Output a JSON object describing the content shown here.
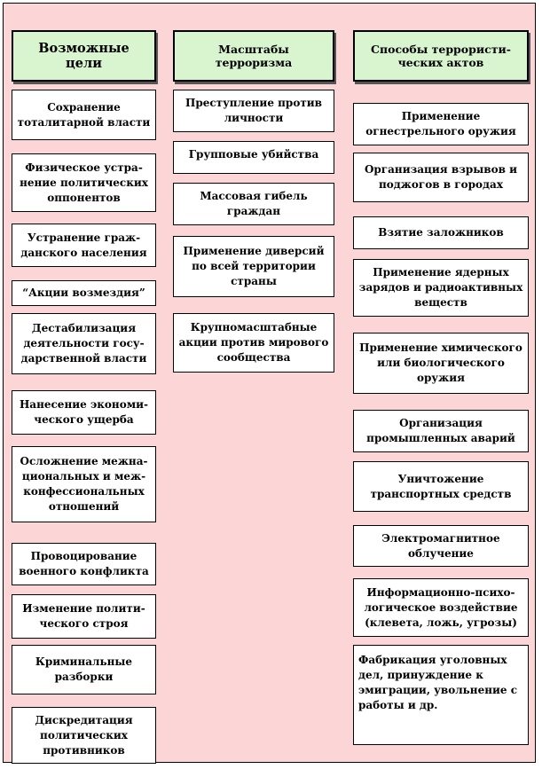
{
  "colors": {
    "background": "#fcd6d6",
    "header_fill": "#d8f5d0",
    "box_fill": "#ffffff",
    "border": "#000000"
  },
  "columns": [
    {
      "header": "Возможные цели",
      "items": [
        "Сохранение тоталитарной власти",
        "Физическое устра-нение политических оппонентов",
        "Устранение граж-данского населения",
        "“Акции возмездия”",
        "Дестабилизация деятельности госу-дарственной власти",
        "Нанесение экономи-ческого ущерба",
        "Осложнение межна-циональных и меж-конфессиональных отношений",
        "Провоцирование военного конфликта",
        "Изменение полити-ческого строя",
        "Криминальные разборки",
        "Дискредитация политических противников"
      ]
    },
    {
      "header": "Масштабы терроризма",
      "items": [
        "Преступление против личности",
        "Групповые убийства",
        "Массовая гибель граждан",
        "Применение диверсий по всей территории страны",
        "Крупномасштабные акции против мирового сообщества"
      ]
    },
    {
      "header": "Способы террористи-ческих актов",
      "items": [
        "Применение огнестрельного оружия",
        "Организация взрывов и поджогов в городах",
        "Взятие заложников",
        "Применение ядерных зарядов и радиоактивных веществ",
        "Применение химического или биологического оружия",
        "Организация промышленных аварий",
        "Уничтожение транспортных средств",
        "Электромагнитное облучение",
        "Информационно-психо-логическое воздействие (клевета, ложь, угрозы)",
        "Фабрикация уголовных дел, принуждение к эмиграции, увольнение с работы и др."
      ]
    }
  ]
}
